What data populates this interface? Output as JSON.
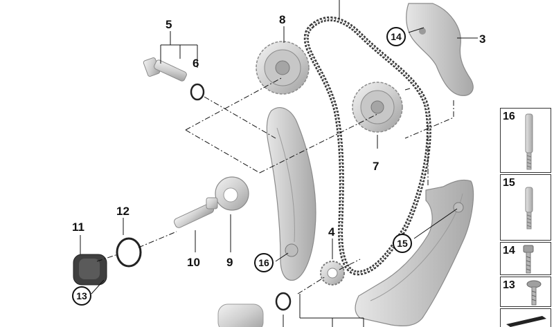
{
  "callouts": {
    "c3": "3",
    "c4": "4",
    "c5": "5",
    "c6": "6",
    "c7": "7",
    "c8": "8",
    "c9": "9",
    "c10": "10",
    "c11": "11",
    "c12": "12",
    "c13": "13",
    "c14": "14",
    "c15": "15",
    "c16": "16"
  },
  "legend": [
    {
      "label": "16",
      "icon": "long-bolt-icon"
    },
    {
      "label": "15",
      "icon": "short-bolt-icon"
    },
    {
      "label": "14",
      "icon": "hex-bolt-icon"
    },
    {
      "label": "13",
      "icon": "flange-bolt-icon"
    }
  ],
  "colors": {
    "part_fill": "#d9d9d9",
    "part_stroke": "#8a8a8a",
    "chain": "#3a3a3a",
    "line": "#111111"
  }
}
